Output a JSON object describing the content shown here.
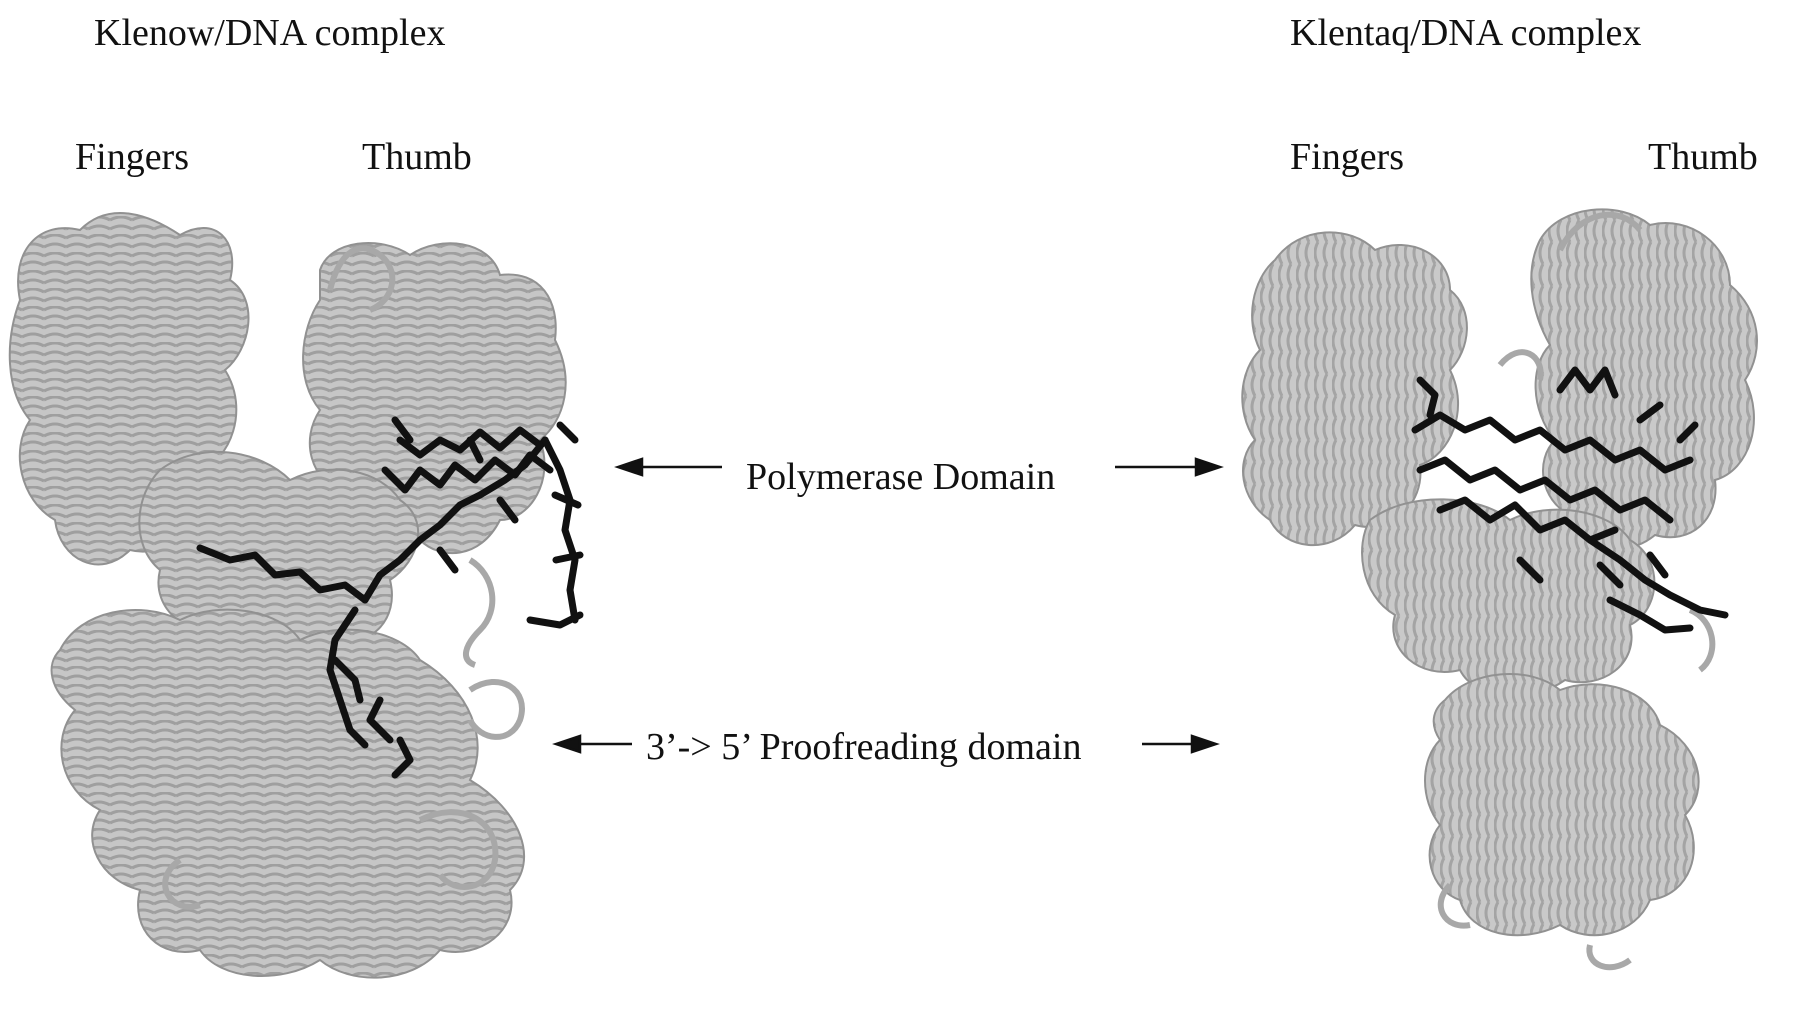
{
  "left_panel": {
    "title": "Klenow/DNA complex",
    "fingers_label": "Fingers",
    "thumb_label": "Thumb"
  },
  "right_panel": {
    "title": "Klentaq/DNA complex",
    "fingers_label": "Fingers",
    "thumb_label": "Thumb"
  },
  "annotations": {
    "polymerase": "Polymerase Domain",
    "proofreading": "3’-> 5’ Proofreading domain"
  },
  "colors": {
    "protein_ribbon": "#b9b9b9",
    "protein_edge": "#8c8c8c",
    "dna": "#111111",
    "text": "#111111"
  }
}
